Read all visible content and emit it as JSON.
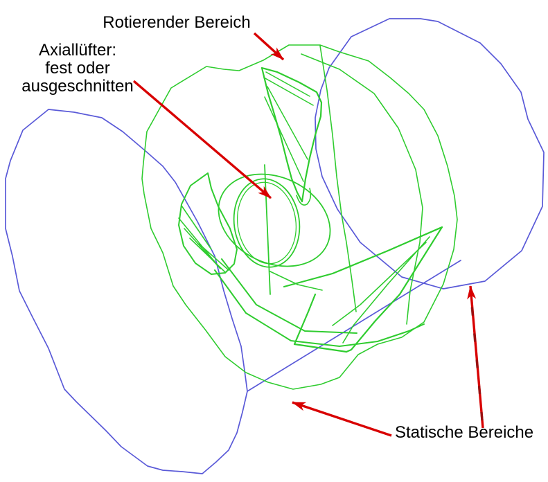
{
  "labels": {
    "rotating_region": "Rotierender Bereich",
    "axial_fan": {
      "line1": "Axiallüfter:",
      "line2": "fest oder",
      "line3": "ausgeschnitten"
    },
    "static_regions": "Statische Bereiche"
  },
  "colors": {
    "rotating_wireframe": "#2fcc2f",
    "static_wireframe": "#5a5ad8",
    "arrow": "#d80000",
    "arrow_shade": "#8b1515",
    "text": "#000000",
    "background": "#ffffff"
  }
}
